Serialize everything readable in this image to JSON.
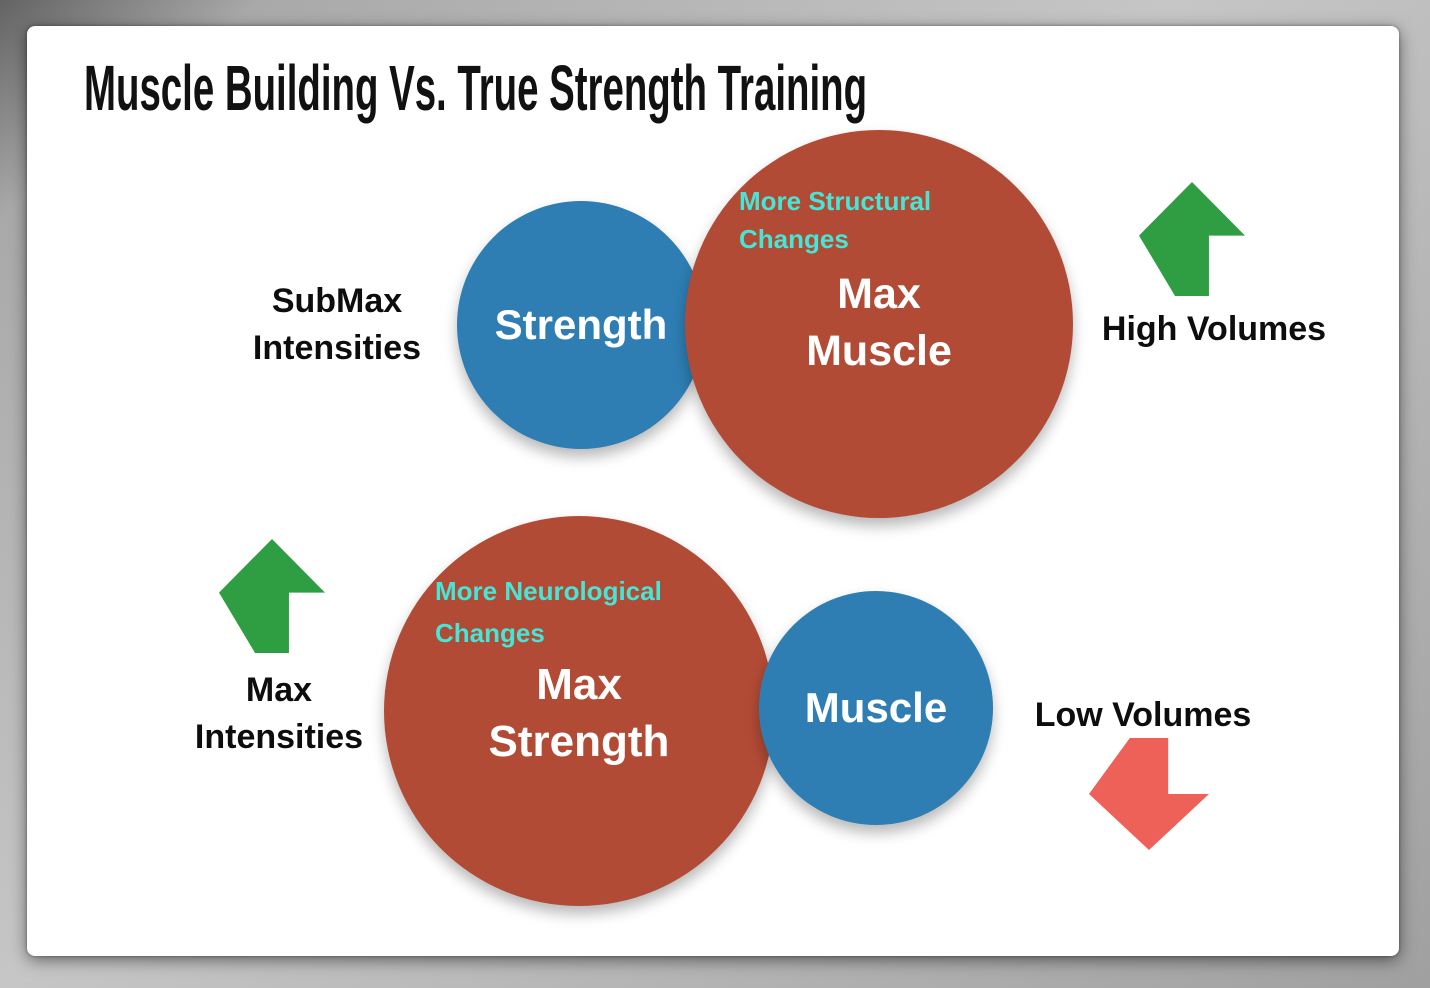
{
  "title": "Muscle Building Vs. True Strength Training",
  "colors": {
    "strength_blue": "#2e7eb4",
    "muscle_red": "#b24b35",
    "up_arrow_green": "#2f9e43",
    "down_arrow_red": "#ee6159",
    "annotation_cyan": "#45e6d6",
    "text_black": "#0d0d0d",
    "card_white": "#ffffff"
  },
  "top_row": {
    "left_label_line1": "SubMax",
    "left_label_line2": "Intensities",
    "strength_circle_label": "Strength",
    "muscle_circle_annotation_line1": "More Structural",
    "muscle_circle_annotation_line2": "Changes",
    "muscle_circle_label_line1": "Max",
    "muscle_circle_label_line2": "Muscle",
    "arrow": {
      "icon": "up-arrow-icon",
      "direction": "up",
      "color": "green"
    },
    "right_label": "High Volumes"
  },
  "bottom_row": {
    "arrow_left": {
      "icon": "up-arrow-icon",
      "direction": "up",
      "color": "green"
    },
    "left_label_line1": "Max",
    "left_label_line2": "Intensities",
    "strength_circle_annotation_line1": "More Neurological",
    "strength_circle_annotation_line2": "Changes",
    "strength_circle_label_line1": "Max",
    "strength_circle_label_line2": "Strength",
    "muscle_circle_label": "Muscle",
    "right_label": "Low Volumes",
    "arrow_right": {
      "icon": "down-arrow-icon",
      "direction": "down",
      "color": "red"
    }
  }
}
